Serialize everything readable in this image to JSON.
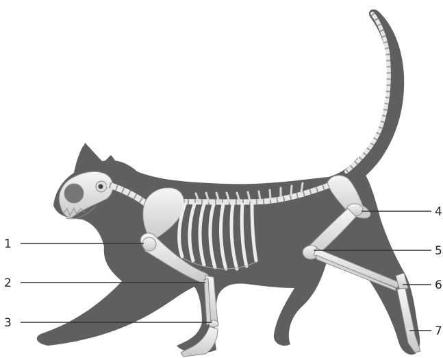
{
  "figure": {
    "subject": "cat-skeleton",
    "colors": {
      "silhouette": "#5f5f5f",
      "bone": "#ececec",
      "bone_shade": "#bdbdbd",
      "bone_outline": "#8a8a8a",
      "label_text": "#222222",
      "leader_line": "#333333"
    }
  },
  "callouts": [
    {
      "number": "1",
      "side": "left"
    },
    {
      "number": "2",
      "side": "left"
    },
    {
      "number": "3",
      "side": "left"
    },
    {
      "number": "4",
      "side": "right"
    },
    {
      "number": "5",
      "side": "right"
    },
    {
      "number": "6",
      "side": "right"
    },
    {
      "number": "7",
      "side": "right"
    }
  ]
}
